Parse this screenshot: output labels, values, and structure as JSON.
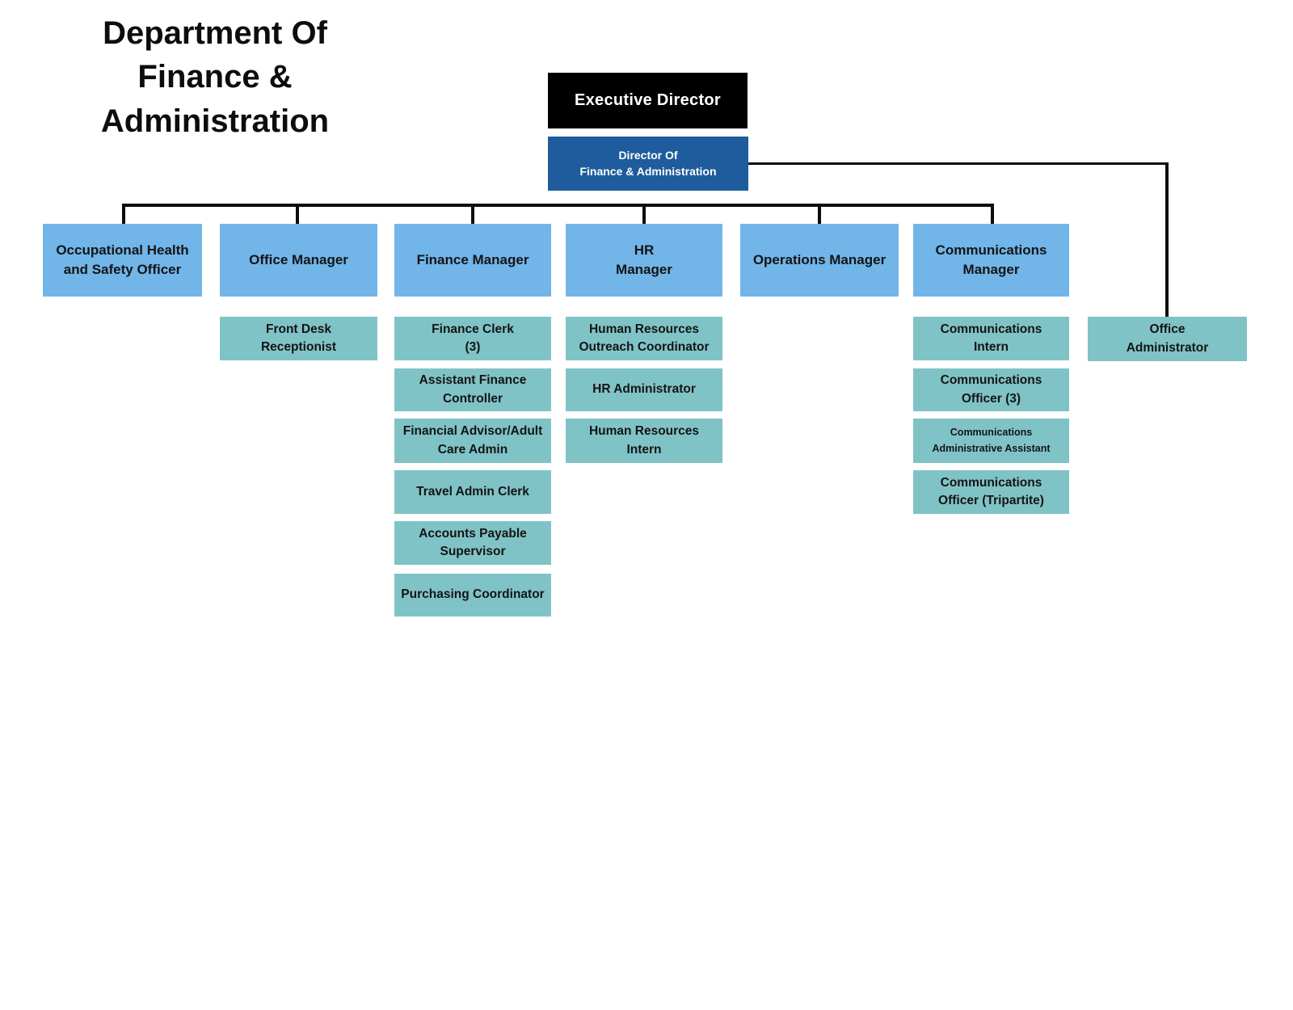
{
  "title": {
    "lines": [
      "Department Of",
      "Finance & Administration"
    ]
  },
  "palette": {
    "executive_box": "#000000",
    "director_box": "#1e5c9d",
    "manager_box": "#71b5e9",
    "staff_box": "#80c3c6",
    "connector_line": "#0d0d0d",
    "title_text": "#0d0d0d",
    "box_text_dark": "#141414",
    "box_text_light": "#ffffff"
  },
  "org": {
    "executive_director": {
      "lines": [
        "Executive Director"
      ]
    },
    "director_finance_admin": {
      "lines": [
        "Director Of",
        "Finance & Administration"
      ]
    },
    "occupational_health_safety_officer": {
      "lines": [
        "Occupational Health",
        "and Safety Officer"
      ]
    },
    "office_manager": {
      "lines": [
        "Office Manager"
      ]
    },
    "finance_manager": {
      "lines": [
        "Finance Manager"
      ]
    },
    "hr_manager": {
      "lines": [
        "HR",
        "Manager"
      ]
    },
    "operations_manager": {
      "lines": [
        "Operations Manager"
      ]
    },
    "communications_manager": {
      "lines": [
        "Communications",
        "Manager"
      ]
    },
    "front_desk_receptionist": {
      "lines": [
        "Front Desk",
        "Receptionist"
      ]
    },
    "finance_clerk": {
      "lines": [
        "Finance Clerk",
        "(3)"
      ]
    },
    "assistant_finance_controller": {
      "lines": [
        "Assistant Finance",
        "Controller"
      ]
    },
    "financial_advisor_adult_care_admin": {
      "lines": [
        "Financial Advisor/Adult",
        "Care Admin"
      ]
    },
    "travel_admin_clerk": {
      "lines": [
        "Travel Admin Clerk"
      ]
    },
    "accounts_payable_supervisor": {
      "lines": [
        "Accounts Payable",
        "Supervisor"
      ]
    },
    "purchasing_coordinator": {
      "lines": [
        "Purchasing Coordinator"
      ]
    },
    "hr_outreach_coordinator": {
      "lines": [
        "Human Resources",
        "Outreach Coordinator"
      ]
    },
    "hr_administrator": {
      "lines": [
        "HR Administrator"
      ]
    },
    "hr_intern": {
      "lines": [
        "Human Resources",
        "Intern"
      ]
    },
    "communications_intern": {
      "lines": [
        "Communications",
        "Intern"
      ]
    },
    "communications_officer_3": {
      "lines": [
        "Communications",
        "Officer (3)"
      ]
    },
    "communications_admin_assistant": {
      "lines": [
        "Communications",
        "Administrative Assistant"
      ]
    },
    "communications_officer_tripartite": {
      "lines": [
        "Communications",
        "Officer (Tripartite)"
      ]
    },
    "office_administrator": {
      "lines": [
        "Office",
        "Administrator"
      ]
    }
  }
}
